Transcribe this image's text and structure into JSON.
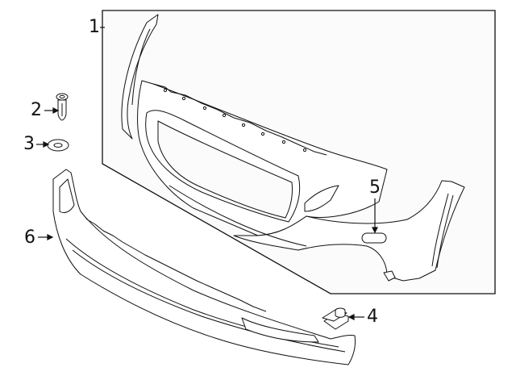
{
  "diagram": {
    "type": "exploded-parts-diagram",
    "subject": "Front bumper cover assembly",
    "callouts": [
      {
        "id": "1",
        "label": "1",
        "part": "bumper cover (upper assembly in frame)"
      },
      {
        "id": "2",
        "label": "2",
        "part": "push-pin retainer"
      },
      {
        "id": "3",
        "label": "3",
        "part": "washer"
      },
      {
        "id": "4",
        "label": "4",
        "part": "clip / nut"
      },
      {
        "id": "5",
        "label": "5",
        "part": "tow hook cover opening"
      },
      {
        "id": "6",
        "label": "6",
        "part": "lower valance / lip spoiler"
      }
    ],
    "colors": {
      "line": "#111111",
      "frame_fill": "#fbfbfb",
      "background": "#ffffff"
    }
  }
}
